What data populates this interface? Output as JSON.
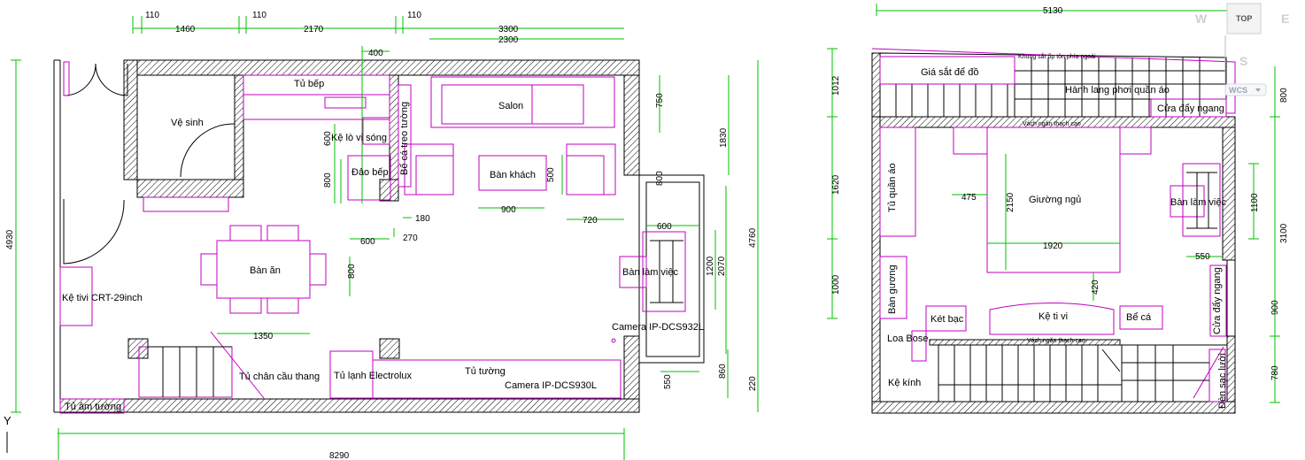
{
  "colors": {
    "wall_outline": "#000000",
    "furniture": "#c000c0",
    "dimension": "#00c000",
    "text": "#000000",
    "navcube": "#cfcfcf"
  },
  "navcube": {
    "top": "TOP",
    "west": "W",
    "east": "E",
    "south": "S",
    "wcs": "WCS"
  },
  "axis": {
    "y": "Y"
  },
  "ground_floor": {
    "rooms": {
      "ve_sinh": "Vệ sinh",
      "tu_bep": "Tủ bếp",
      "salon": "Salon",
      "ke_lo_vi_song": "Kệ lò vi sóng",
      "be_ca_treo_tuong": "Bể cá treo tường",
      "dao_bep": "Đảo bếp",
      "ban_khach": "Bàn khách",
      "ban_an": "Bàn ăn",
      "ban_lam_viec": "Bàn làm việc",
      "ke_tivi": "Kệ tivi CRT-29inch",
      "camera_932": "Camera IP-DCS932L",
      "tu_chan_cau_thang": "Tủ chân cầu thang",
      "tu_lanh": "Tủ lạnh Electrolux",
      "tu_tuong": "Tủ tường",
      "camera_930": "Camera IP-DCS930L",
      "tu_am_tuong": "Tủ âm tường"
    },
    "dims": {
      "d110a": "110",
      "d1460": "1460",
      "d110b": "110",
      "d2170": "2170",
      "d110c": "110",
      "d3300": "3300",
      "d2300": "2300",
      "d400": "400",
      "d4930": "4930",
      "d600a": "600",
      "d800a": "800",
      "d750": "750",
      "d1830": "1830",
      "d800b": "800",
      "d500": "500",
      "d180": "180",
      "d900": "900",
      "d720": "720",
      "d600b": "600",
      "d270": "270",
      "d600c": "600",
      "d800c": "800",
      "d4760": "4760",
      "d1200": "1200",
      "d2070": "2070",
      "d1350": "1350",
      "d550": "550",
      "d860": "860",
      "d220": "220",
      "d8290": "8290"
    }
  },
  "upper_floor": {
    "rooms": {
      "khung_sat": "Khung sắt ốp tôn phía ngoài",
      "gia_sat": "Giá sắt để đồ",
      "hanh_lang": "Hành lang phơi quần áo",
      "cua_day_ngang_1": "Cửa đẩy ngang",
      "vach_ngan_1": "Vách ngăn thạch cao",
      "tu_quan_ao": "Tủ quần áo",
      "giuong_ngu": "Giường ngủ",
      "ban_lam_viec": "Bàn làm việc",
      "ban_guong": "Bàn gương",
      "ket_bac": "Két bạc",
      "ke_ti_vi": "Kệ ti vi",
      "be_ca": "Bể cá",
      "cua_day_ngang_2": "Cửa đẩy ngang",
      "vach_ngan_2": "Vách ngăn thạch cao",
      "loa_bose": "Loa Bose",
      "ke_kinh": "Kệ kính",
      "den_sac_luoi": "Đèn sạc lười"
    },
    "dims": {
      "d5130": "5130",
      "d1012": "1012",
      "d800a": "800",
      "d1620": "1620",
      "d475": "475",
      "d2150": "2150",
      "d1100": "1100",
      "d3100": "3100",
      "d1920": "1920",
      "d550": "550",
      "d1000": "1000",
      "d420": "420",
      "d900": "900",
      "d780": "780"
    }
  }
}
